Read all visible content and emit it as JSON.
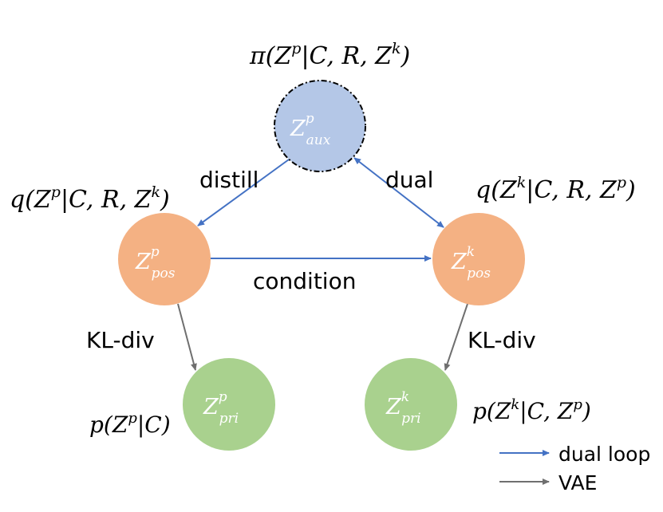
{
  "colors": {
    "aux_fill": "#b4c7e7",
    "pos_fill": "#f4b183",
    "pri_fill": "#a9d18e",
    "dual_arrow": "#4472c4",
    "vae_arrow": "#6f6f6f"
  },
  "nodes": {
    "aux": {
      "symbol": "Z",
      "sup": "p",
      "sub": "aux"
    },
    "pos_p": {
      "symbol": "Z",
      "sup": "p",
      "sub": "pos"
    },
    "pos_k": {
      "symbol": "Z",
      "sup": "k",
      "sub": "pos"
    },
    "pri_p": {
      "symbol": "Z",
      "sup": "p",
      "sub": "pri"
    },
    "pri_k": {
      "symbol": "Z",
      "sup": "k",
      "sub": "pri"
    }
  },
  "formulas": {
    "pi_aux": {
      "pre": "π(Z",
      "sup1": "p",
      "mid": "|C, R, Z",
      "sup2": "k",
      "post": ")"
    },
    "q_p": {
      "pre": "q(Z",
      "sup1": "p",
      "mid": "|C, R, Z",
      "sup2": "k",
      "post": ")"
    },
    "q_k": {
      "pre": "q(Z",
      "sup1": "k",
      "mid": "|C, R, Z",
      "sup2": "p",
      "post": ")"
    },
    "p_p": {
      "pre": "p(Z",
      "sup1": "p",
      "mid": "|C)"
    },
    "p_k": {
      "pre": "p(Z",
      "sup1": "k",
      "mid": "|C, Z",
      "sup2": "p",
      "post": ")"
    }
  },
  "edge_labels": {
    "distill": "distill",
    "dual": "dual",
    "condition": "condition",
    "kl_left": "KL-div",
    "kl_right": "KL-div"
  },
  "legend": {
    "dual_loop": "dual loop",
    "vae": "VAE"
  }
}
